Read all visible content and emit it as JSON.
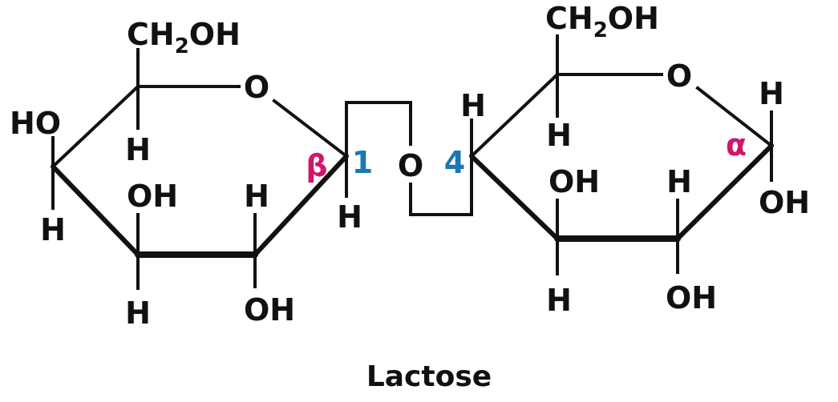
{
  "title": "Lactose",
  "colors": {
    "anomeric": "#d0166a",
    "position": "#1b78b4"
  },
  "galactose": {
    "ch2oh": {
      "main": "CH",
      "sub": "2",
      "tail": "OH"
    },
    "ring_o": "O",
    "c5_h": "H",
    "c4_ho": "HO",
    "c4_h": "H",
    "c3_oh": "OH",
    "c3_h": "H",
    "c2_h": "H",
    "c2_oh": "OH",
    "c1_h": "H",
    "anomer": "β",
    "position": "1"
  },
  "link_o": "O",
  "glucose": {
    "ch2oh": {
      "main": "CH",
      "sub": "2",
      "tail": "OH"
    },
    "ring_o": "O",
    "position": "4",
    "c4_h": "H",
    "c5_h": "H",
    "c3_oh": "OH",
    "c3_h": "H",
    "c2_h": "H",
    "c2_oh": "OH",
    "c1_h": "H",
    "c1_oh": "OH",
    "anomer": "α"
  }
}
